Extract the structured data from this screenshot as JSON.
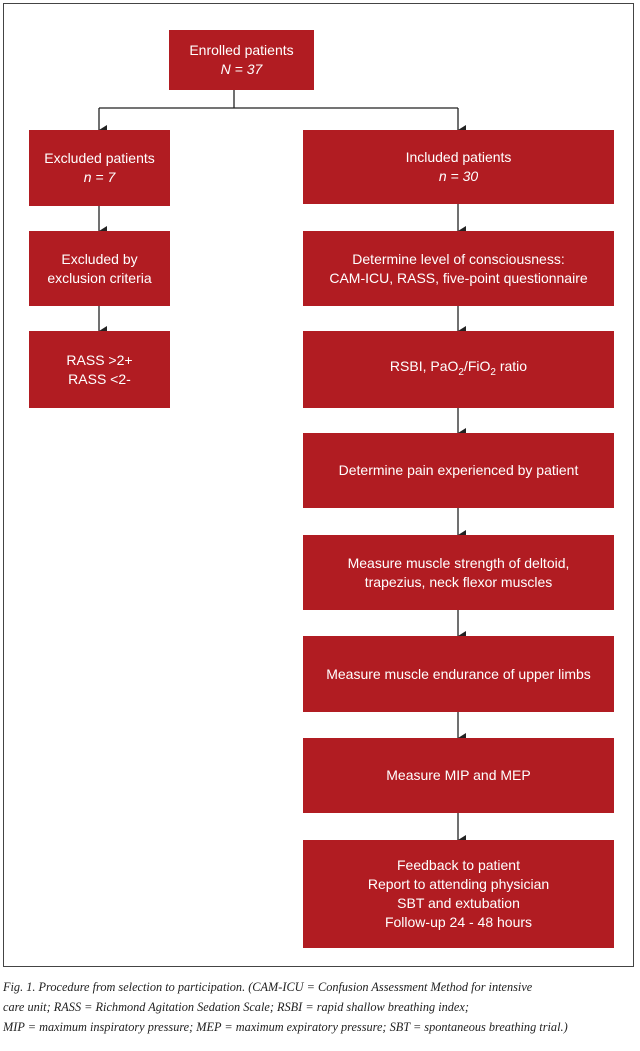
{
  "enrolled": {
    "title": "Enrolled patients",
    "count": "N = 37"
  },
  "excluded": {
    "title": "Excluded patients",
    "count": "n = 7"
  },
  "excluded_criteria": {
    "line1": "Excluded by",
    "line2": "exclusion criteria"
  },
  "rass": {
    "line1": "RASS >2+",
    "line2": "RASS <2-"
  },
  "included": {
    "title": "Included patients",
    "count": "n = 30"
  },
  "consciousness": {
    "line1": "Determine level of consciousness:",
    "line2": "CAM-ICU, RASS, five-point questionnaire"
  },
  "rsbi": {
    "part1": "RSBI, PaO",
    "sub1": "2",
    "part2": "/FiO",
    "sub2": "2",
    "part3": " ratio"
  },
  "pain": {
    "text": "Determine pain experienced by patient"
  },
  "strength": {
    "line1": "Measure muscle strength of deltoid,",
    "line2": "trapezius, neck flexor muscles"
  },
  "endurance": {
    "text": "Measure muscle endurance of upper limbs"
  },
  "mip": {
    "text": "Measure MIP and MEP"
  },
  "feedback": {
    "line1": "Feedback to patient",
    "line2": "Report to attending physician",
    "line3": "SBT and extubation",
    "line4": "Follow-up 24 - 48 hours"
  },
  "caption": {
    "line1": "Fig. 1. Procedure from selection to participation. (CAM-ICU = Confusion Assessment Method for intensive",
    "line2": "care unit; RASS = Richmond Agitation Sedation Scale; RSBI = rapid shallow breathing index;",
    "line3": "MIP = maximum inspiratory pressure; MEP = maximum expiratory pressure; SBT = spontaneous breathing trial.)"
  },
  "colors": {
    "box": "#b11c22",
    "box_text": "#ffffff",
    "connector": "#222222"
  }
}
